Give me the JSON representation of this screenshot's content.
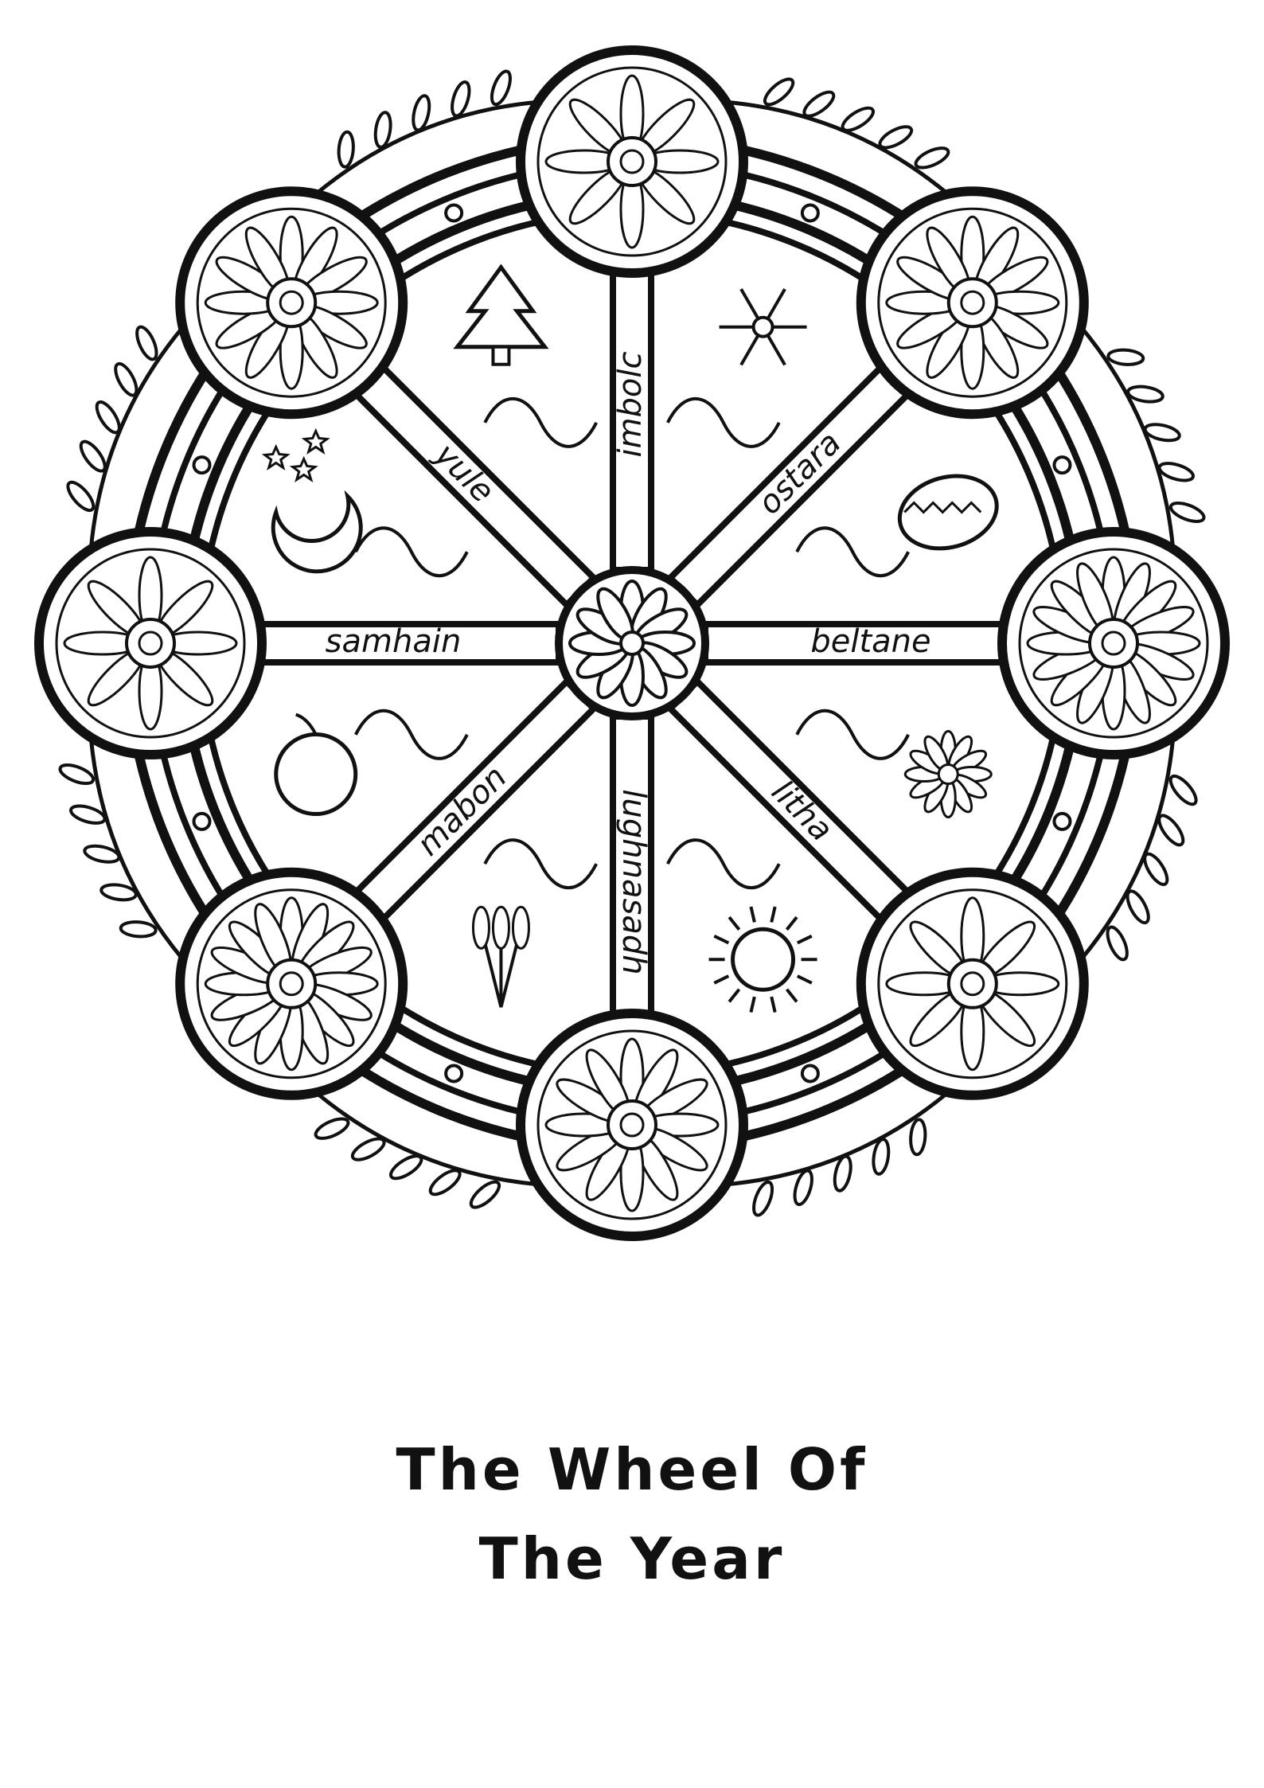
{
  "wheel": {
    "hub_icon": "flower-mandala-icon",
    "spokes": [
      {
        "label": "imbolc",
        "medallion_icon": "brigid-cross-mandala-icon"
      },
      {
        "label": "ostara",
        "medallion_icon": "flower-lattice-mandala-icon"
      },
      {
        "label": "beltane",
        "medallion_icon": "interlaced-star-mandala-icon"
      },
      {
        "label": "litha",
        "medallion_icon": "sunflower-mandala-icon"
      },
      {
        "label": "lughnasadh",
        "medallion_icon": "wheat-flower-mandala-icon"
      },
      {
        "label": "mabon",
        "medallion_icon": "leaf-apple-mandala-icon"
      },
      {
        "label": "samhain",
        "medallion_icon": "pentagram-pumpkin-icon"
      },
      {
        "label": "yule",
        "medallion_icon": "snowflake-star-mandala-icon"
      }
    ],
    "inner_icons": [
      "snowflake-icon",
      "easter-egg-icon",
      "daisy-icon",
      "sun-icon",
      "wheat-sheaf-icon",
      "apple-icon",
      "moon-stars-icon",
      "christmas-tree-icon"
    ]
  },
  "title": {
    "line1": "The Wheel Of",
    "line2": "The Year"
  }
}
